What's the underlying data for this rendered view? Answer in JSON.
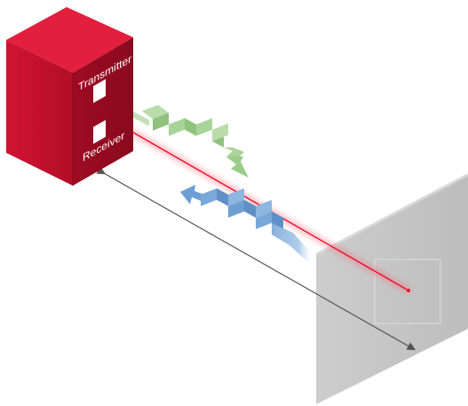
{
  "labels": {
    "transmitter": "Transmitter",
    "receiver": "Receiver"
  },
  "colors": {
    "box_front": "#c8102e",
    "box_side": "#a80d26",
    "box_top": "#e01e3c",
    "laser": "#e8102a",
    "transmit_wave": "#a8d49a",
    "receive_wave": "#7aa8d8",
    "screen": "#c8c8c8",
    "distance_line": "#555555"
  },
  "icons": {
    "distance_arrow": "double-headed-arrow",
    "transmit_arrow": "arrow-right",
    "receive_arrow": "arrow-left"
  }
}
